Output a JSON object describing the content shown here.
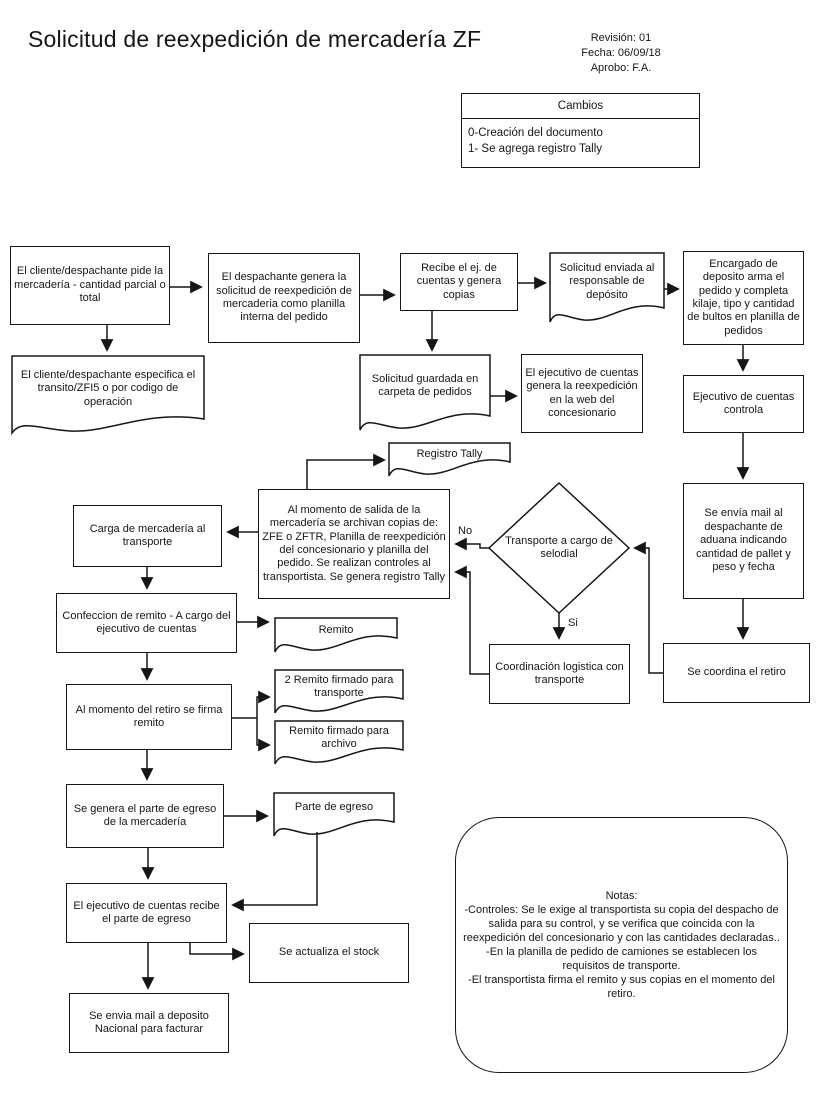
{
  "header": {
    "title": "Solicitud de reexpedición de mercadería ZF",
    "revision": "Revisión: 01",
    "fecha": "Fecha: 06/09/18",
    "aprobo": "Aprobo: F.A."
  },
  "cambios": {
    "title": "Cambios",
    "items": [
      "0-Creación del documento",
      "1- Se agrega registro Tally"
    ]
  },
  "nodes": {
    "cliente_pide": "El cliente/despachante pide la mercadería - cantidad parcial o total",
    "despachante_genera": "El despachante genera la solicitud de reexpedición de mercaderia como planilla interna del pedido",
    "recibe_ej": "Recibe el ej. de cuentas y genera copias",
    "solicitud_enviada": "Solicitud enviada al responsable de depósito",
    "encargado_deposito": "Encargado de deposito arma el pedido y completa kilaje, tipo y cantidad de bultos en planilla de pedidos",
    "cliente_especifica": "El cliente/despachante especifica el transito/ZFI5 o por codigo de operación",
    "solicitud_guardada": "Solicitud guardada en carpeta de pedidos",
    "ejecutivo_genera_web": "El ejecutivo de cuentas genera la reexpedición en la web del concesionario",
    "ejecutivo_controla": "Ejecutivo de cuentas controla",
    "envia_mail_despachante": "Se envía mail al despachante de aduana indicando cantidad de pallet y peso y fecha",
    "coordina_retiro": "Se coordina el retiro",
    "transporte_selodial": "Transporte a cargo de selodial",
    "coordinacion_logistica": "Coordinación logistica con transporte",
    "salida_archiva_copias": "Al momento de salida de la mercadería se archivan copias de: ZFE o ZFTR, Planilla de reexpedición del concesionario y planilla del pedido. Se realizan controles al transportista. Se genera registro Tally",
    "registro_tally": "Registro Tally",
    "carga_mercaderia": "Carga de mercadería al transporte",
    "confeccion_remito": "Confeccion de remito - A cargo del ejecutivo de cuentas",
    "remito": "Remito",
    "retiro_firma_remito": "Al momento del retiro se firma remito",
    "remito_transporte": "2 Remito firmado para transporte",
    "remito_archivo": "Remito firmado para archivo",
    "genera_parte_egreso": "Se genera el parte de egreso de la mercadería",
    "parte_egreso": "Parte de egreso",
    "recibe_parte_egreso": "El ejecutivo de cuentas recibe el parte de egreso",
    "actualiza_stock": "Se actualiza el stock",
    "mail_deposito_nacional": "Se envia mail a deposito Nacional para facturar"
  },
  "labels": {
    "no": "No",
    "si": "Si"
  },
  "notas": {
    "text": "Notas:\n-Controles: Se le exige al transportista su copia del despacho de salida para su control, y se verifica que coincida con la reexpedición del concesionario y con las cantidades declaradas..\n-En la planilla de pedido de camiones se establecen los requisitos de transporte.\n-El transportista firma el remito y sus copias en el momento del retiro."
  },
  "colors": {
    "line": "#161616",
    "background": "#ffffff"
  }
}
